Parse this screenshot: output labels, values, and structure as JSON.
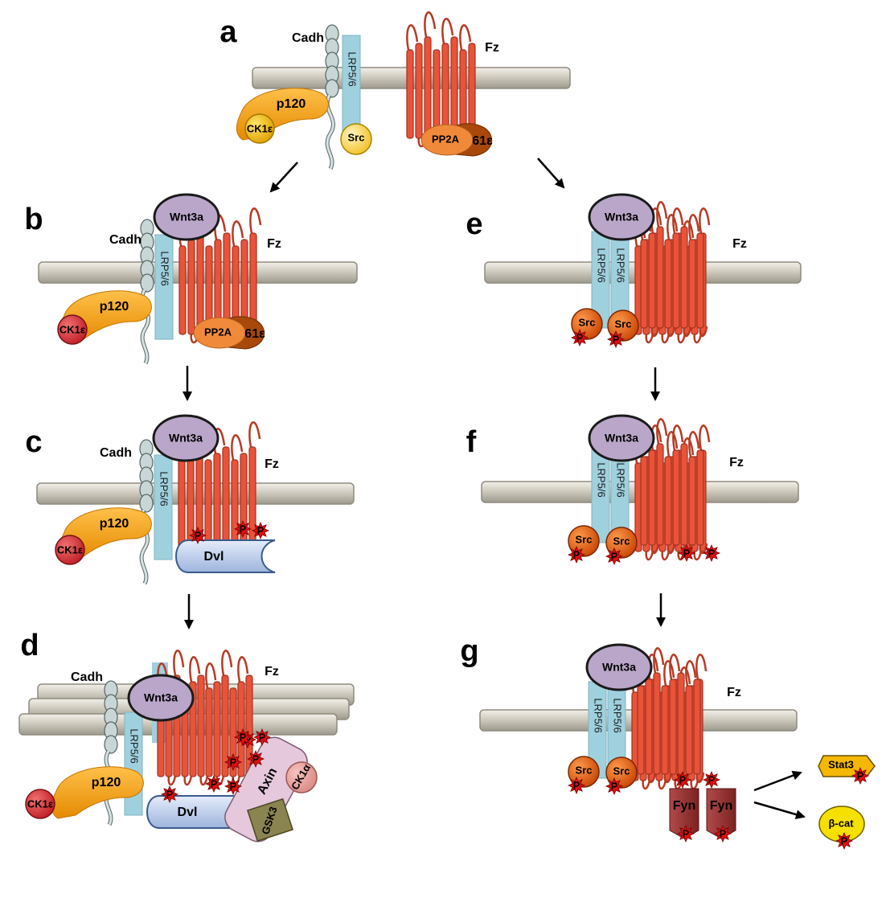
{
  "labels": {
    "a": "a",
    "b": "b",
    "c": "c",
    "d": "d",
    "e": "e",
    "f": "f",
    "g": "g",
    "cadh": "Cadh",
    "lrp": "LRP5/6",
    "fz": "Fz",
    "p120": "p120",
    "ck1e": "CK1ε",
    "src": "Src",
    "pp2a": "PP2A",
    "sub61": "61ε",
    "wnt": "Wnt3a",
    "dvl": "Dvl",
    "axin": "Axin",
    "gsk3": "GSK3",
    "ck1a": "CK1α",
    "p": "P",
    "fyn": "Fyn",
    "stat3": "Stat3",
    "bcat": "β-cat"
  },
  "colors": {
    "membrane": "#d8d4c8",
    "lrp": "#9fd0de",
    "fz": "#e8533a",
    "wnt": "#b9a6c9",
    "src_inactive": "#f6d24a",
    "src_active": "#e25b12",
    "ck1e_inactive": "#f0b400",
    "ck1e_active": "#d6333a",
    "p120": "#f4a100",
    "pp2a": "#f08a3a",
    "dvl": "#bcd0ee",
    "axin": "#e6c8dc",
    "gsk3": "#8a8450",
    "fyn": "#9c3434",
    "phospho": "#e01010",
    "stat3": "#f4b800",
    "bcat": "#f6e000"
  }
}
